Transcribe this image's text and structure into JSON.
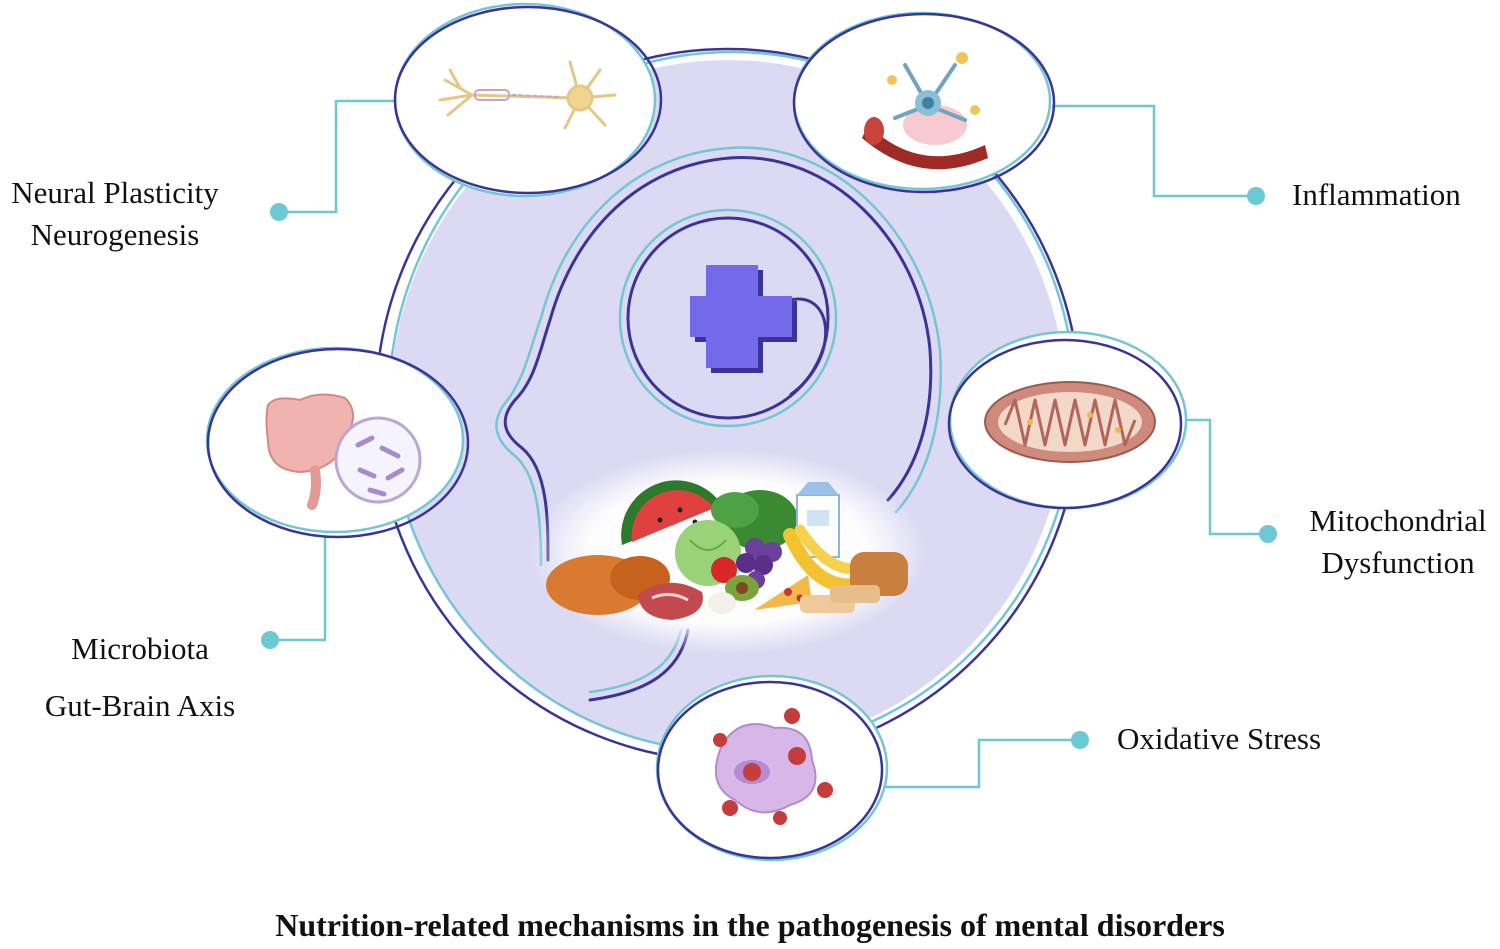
{
  "diagram": {
    "caption": "Nutrition-related mechanisms in the pathogenesis of mental disorders",
    "center": {
      "symbol_icon": "medical-cross-icon",
      "silhouette": "human-head-profile",
      "food_icon": "food-assortment-icon"
    },
    "mechanisms": [
      {
        "id": "neural",
        "lines": [
          "Neural Plasticity",
          "Neurogenesis"
        ],
        "icon": "neuron-icon"
      },
      {
        "id": "inflammation",
        "lines": [
          "Inflammation"
        ],
        "icon": "inflamed-vessel-icon"
      },
      {
        "id": "mitochondria",
        "lines": [
          "Mitochondrial",
          "Dysfunction"
        ],
        "icon": "mitochondrion-icon"
      },
      {
        "id": "oxidative",
        "lines": [
          "Oxidative Stress"
        ],
        "icon": "oxidized-cell-icon"
      },
      {
        "id": "microbiota",
        "lines": [
          "Microbiota",
          "Gut-Brain Axis"
        ],
        "icon": "intestine-bacteria-icon"
      }
    ],
    "colors": {
      "disc": "#dcdaf3",
      "outline_dark": "#3a3496",
      "outline_light": "#75c6d3",
      "connector": "#6cc8d2",
      "cross": "#7469ea"
    }
  }
}
